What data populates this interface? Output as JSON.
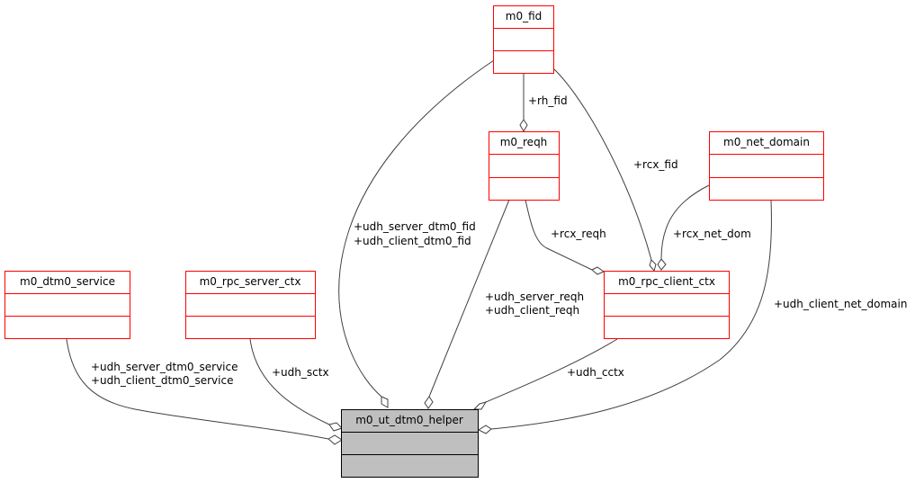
{
  "diagram": {
    "type": "collaboration-diagram",
    "classes": {
      "fid": "m0_fid",
      "reqh": "m0_reqh",
      "net_domain": "m0_net_domain",
      "dtm0_service": "m0_dtm0_service",
      "rpc_server_ctx": "m0_rpc_server_ctx",
      "rpc_client_ctx": "m0_rpc_client_ctx",
      "helper": "m0_ut_dtm0_helper"
    },
    "edges": {
      "rh_fid": [
        "+rh_fid"
      ],
      "rcx_fid": [
        "+rcx_fid"
      ],
      "rcx_reqh": [
        "+rcx_reqh"
      ],
      "rcx_net_dom": [
        "+rcx_net_dom"
      ],
      "udh_fid": [
        "+udh_server_dtm0_fid",
        "+udh_client_dtm0_fid"
      ],
      "udh_reqh": [
        "+udh_server_reqh",
        "+udh_client_reqh"
      ],
      "udh_service": [
        "+udh_server_dtm0_service",
        "+udh_client_dtm0_service"
      ],
      "udh_sctx": [
        "+udh_sctx"
      ],
      "udh_cctx": [
        "+udh_cctx"
      ],
      "udh_net_domain": [
        "+udh_client_net_domain"
      ]
    },
    "colors": {
      "class_border": "#ff0000",
      "highlight_fill": "#bfbfbf",
      "edge": "#404040"
    }
  }
}
